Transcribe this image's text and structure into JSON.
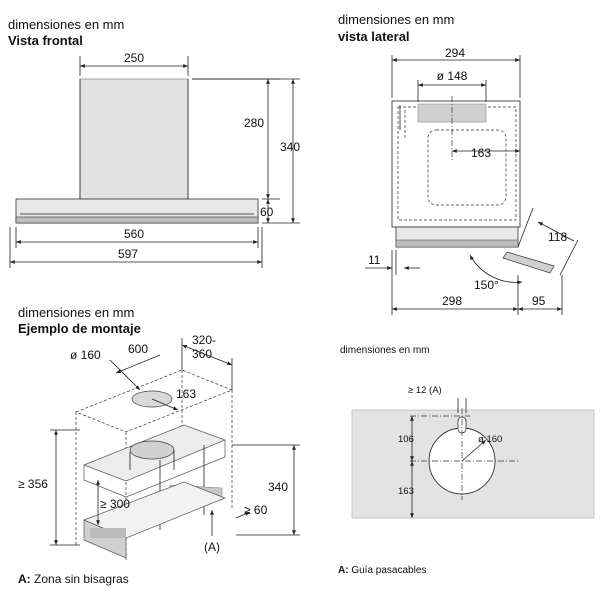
{
  "front": {
    "units": "dimensiones en mm",
    "title": "Vista frontal",
    "dims": {
      "chimney_width": "250",
      "chimney_height": "280",
      "total_height": "340",
      "canopy_height": "60",
      "inner_width": "560",
      "total_width": "597"
    }
  },
  "side": {
    "units": "dimensiones en mm",
    "title": "vista lateral",
    "dims": {
      "depth": "294",
      "outlet_diameter": "ø 148",
      "outlet_offset": "163",
      "visor_height": "118",
      "bottom_gap": "11",
      "visor_angle": "150°",
      "base_depth": "298",
      "visor_depth": "95"
    }
  },
  "mount": {
    "units": "dimensiones en mm",
    "title": "Ejemplo de montaje",
    "dims": {
      "cabinet_width": "600",
      "cabinet_depth": "320-\n360",
      "cutout_diameter": "ø 160",
      "cutout_offset": "163",
      "min_height": "≥ 356",
      "min_inner": "≥ 300",
      "unit_height": "340",
      "bottom_60": "≥ 60",
      "marker": "(A)"
    },
    "note_key": "A:",
    "note_text": "Zona sin bisagras"
  },
  "cutout": {
    "units": "dimensiones en mm",
    "dims": {
      "slot_width": "≥ 12 (A)",
      "top_offset": "106",
      "bottom_offset": "163",
      "diameter": "ø 160"
    },
    "note_key": "A:",
    "note_text": "Guía pasacables"
  }
}
